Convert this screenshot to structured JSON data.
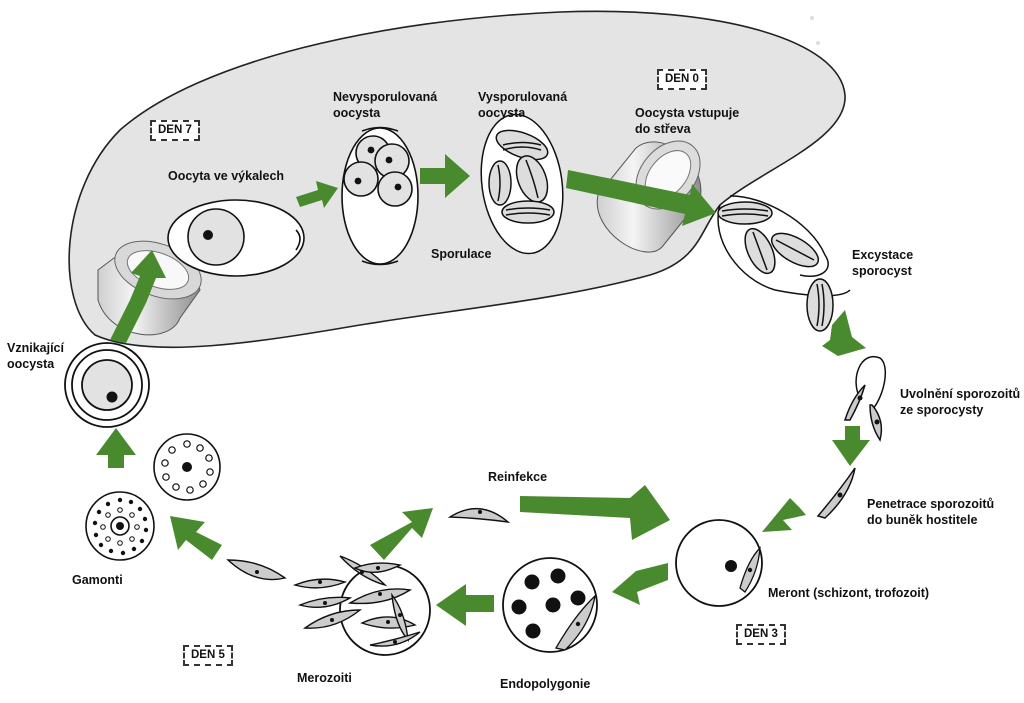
{
  "days": {
    "day7": "DEN 7",
    "day0": "DEN 0",
    "day3": "DEN 3",
    "day5": "DEN 5"
  },
  "labels": {
    "oocyst_feces": "Oocyta ve výkalech",
    "unsporulated": [
      "Nevysporulovaná",
      "oocysta"
    ],
    "sporulated": [
      "Vysporulovaná",
      "oocysta"
    ],
    "sporulation": "Sporulace",
    "oocyst_enters": [
      "Oocysta vstupuje",
      "do střeva"
    ],
    "excystation": [
      "Excystace",
      "sporocyst"
    ],
    "release": [
      "Uvolnění sporozoitů",
      "ze sporocysty"
    ],
    "penetration": [
      "Penetrace sporozoitů",
      "do buněk hostitele"
    ],
    "meront": "Meront (schizont, trofozoit)",
    "endopolygony": "Endopolygonie",
    "merozoites": "Merozoiti",
    "reinfection": "Reinfekce",
    "gamonts": "Gamonti",
    "emerging": [
      "Vznikající",
      "oocysta"
    ]
  },
  "colors": {
    "arrow": "#4a8a2e",
    "environment_fill": "#e4e4e4",
    "outline": "#111111"
  }
}
